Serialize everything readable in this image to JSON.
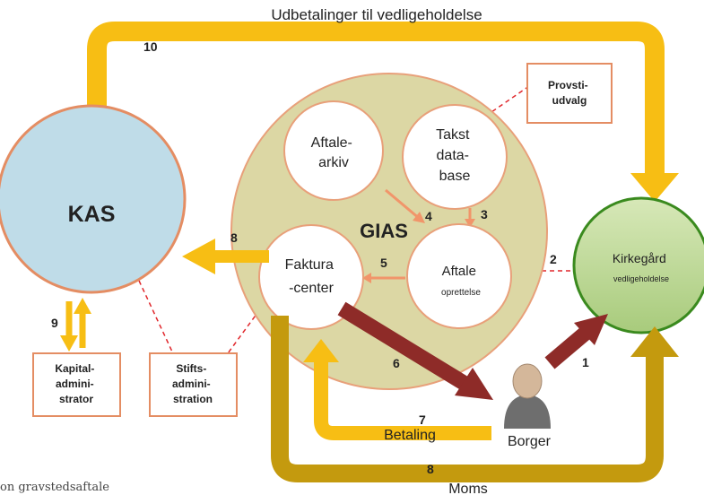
{
  "top_flow_label": "Udbetalinger til vedligeholdelse",
  "nodes": {
    "kas": "KAS",
    "gias": "GIAS",
    "aftale_arkiv": [
      "Aftale-",
      "arkiv"
    ],
    "takst_database": [
      "Takst",
      "data-",
      "base"
    ],
    "faktura_center": [
      "Faktura",
      "-center"
    ],
    "aftale_oprettelse": [
      "Aftale",
      "oprettelse"
    ],
    "kirkegaard": [
      "Kirkegård",
      "vedligeholdelse"
    ],
    "provsti_udvalg": [
      "Provsti-",
      "udvalg"
    ],
    "kapital_administrator": [
      "Kapital-",
      "admini-",
      "strator"
    ],
    "stifts_administration": [
      "Stifts-",
      "admini-",
      "stration"
    ],
    "borger": "Borger"
  },
  "flow_labels": {
    "betaling": "Betaling",
    "moms": "Moms"
  },
  "step_numbers": {
    "n1": "1",
    "n2": "2",
    "n3": "3",
    "n4": "4",
    "n5": "5",
    "n6": "6",
    "n7": "7",
    "n8_kas": "8",
    "n8_moms": "8",
    "n9": "9",
    "n10": "10"
  },
  "caption": "on gravstedsaftale",
  "colors": {
    "yellow_flow": "#F7BE14",
    "gold_flow": "#C49A0E",
    "brown_flow": "#8E2B28",
    "kas_fill": "#BFDCE8",
    "gias_fill": "#DCD7A4",
    "kirkegaard_fill": "#B6D48F",
    "kirkegaard_stroke": "#3A8A1E",
    "node_stroke": "#E89A6C",
    "dashed_link": "#E0262B"
  }
}
